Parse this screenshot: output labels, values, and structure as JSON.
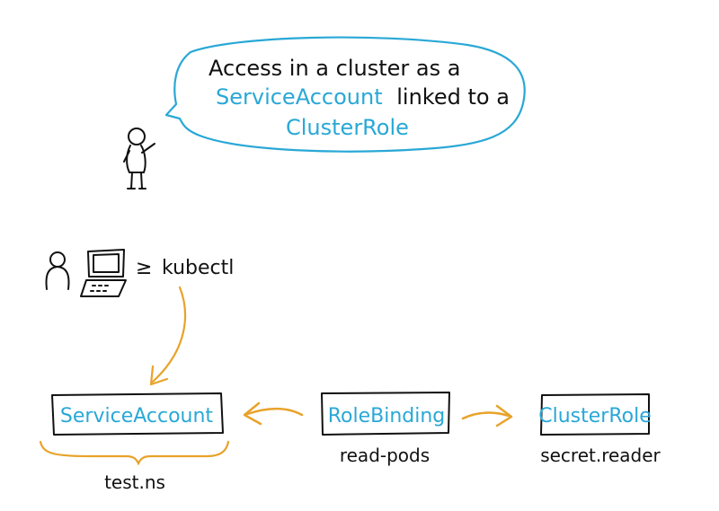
{
  "speech": {
    "line1": "Access in a cluster as a",
    "line2_blue": "ServiceAccount",
    "line2_dark": "linked to a",
    "line3": "ClusterRole"
  },
  "command": {
    "prompt": "≥",
    "text": "kubectl"
  },
  "nodes": {
    "service_account": {
      "label": "ServiceAccount",
      "caption": "test.ns"
    },
    "role_binding": {
      "label": "RoleBinding",
      "caption": "read-pods"
    },
    "cluster_role": {
      "label": "ClusterRole",
      "caption": "secret.reader"
    }
  },
  "colors": {
    "ink": "#111111",
    "blue": "#29A8D6",
    "orange": "#E8A22A"
  }
}
